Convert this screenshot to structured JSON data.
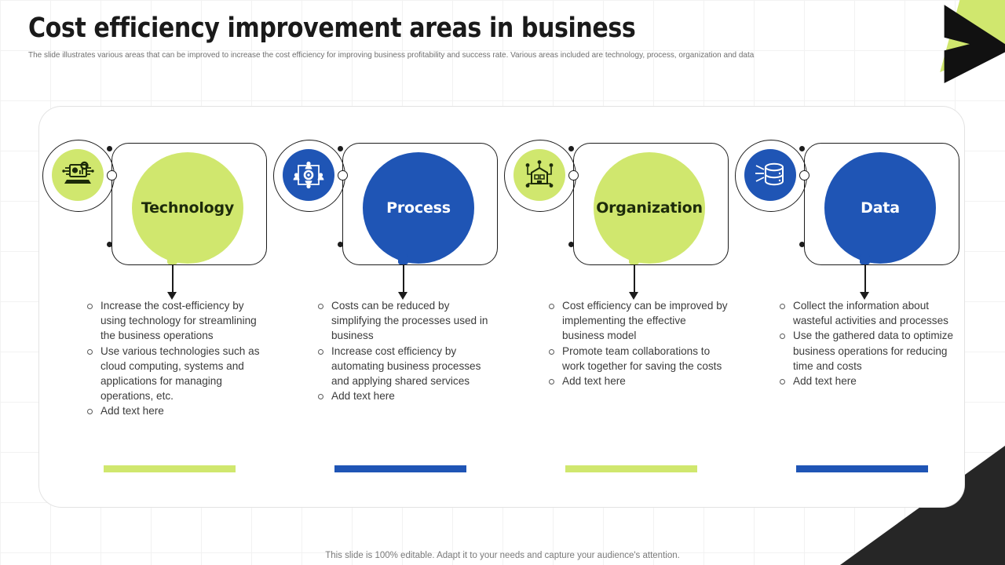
{
  "slide": {
    "title": "Cost efficiency improvement  areas in business",
    "subtitle": "The slide illustrates various areas that can be improved to increase the cost efficiency for improving business profitability and success rate. Various areas included are technology, process, organization and data",
    "footer": "This slide is 100% editable. Adapt it to your needs and capture your audience's attention."
  },
  "colors": {
    "green": "#d0e76e",
    "blue": "#1f55b5",
    "ink": "#1c1c1c",
    "body_text": "#3b3b3b",
    "muted": "#6f6f6f",
    "dark_deco": "#262626"
  },
  "columns": [
    {
      "label": "Technology",
      "theme": "green",
      "icon": "computer-analytics-icon",
      "bullets": [
        "Increase the cost-efficiency by using technology for streamlining the business operations",
        "Use various technologies such as cloud computing, systems and applications for managing operations, etc.",
        "Add text here"
      ]
    },
    {
      "label": "Process",
      "theme": "blue",
      "icon": "team-gear-network-icon",
      "bullets": [
        "Costs can be reduced by simplifying the processes used in business",
        "Increase cost efficiency by automating business processes and applying shared services",
        "Add text here"
      ]
    },
    {
      "label": "Organization",
      "theme": "green",
      "icon": "org-building-network-icon",
      "bullets": [
        "Cost efficiency can be improved by implementing the effective business model",
        "Promote team collaborations to work together for saving the costs",
        "Add text here"
      ]
    },
    {
      "label": "Data",
      "theme": "blue",
      "icon": "database-stack-icon",
      "bullets": [
        "Collect the information about wasteful activities and processes",
        "Use the gathered data to optimize business operations for reducing time and costs",
        "Add text here"
      ]
    }
  ]
}
